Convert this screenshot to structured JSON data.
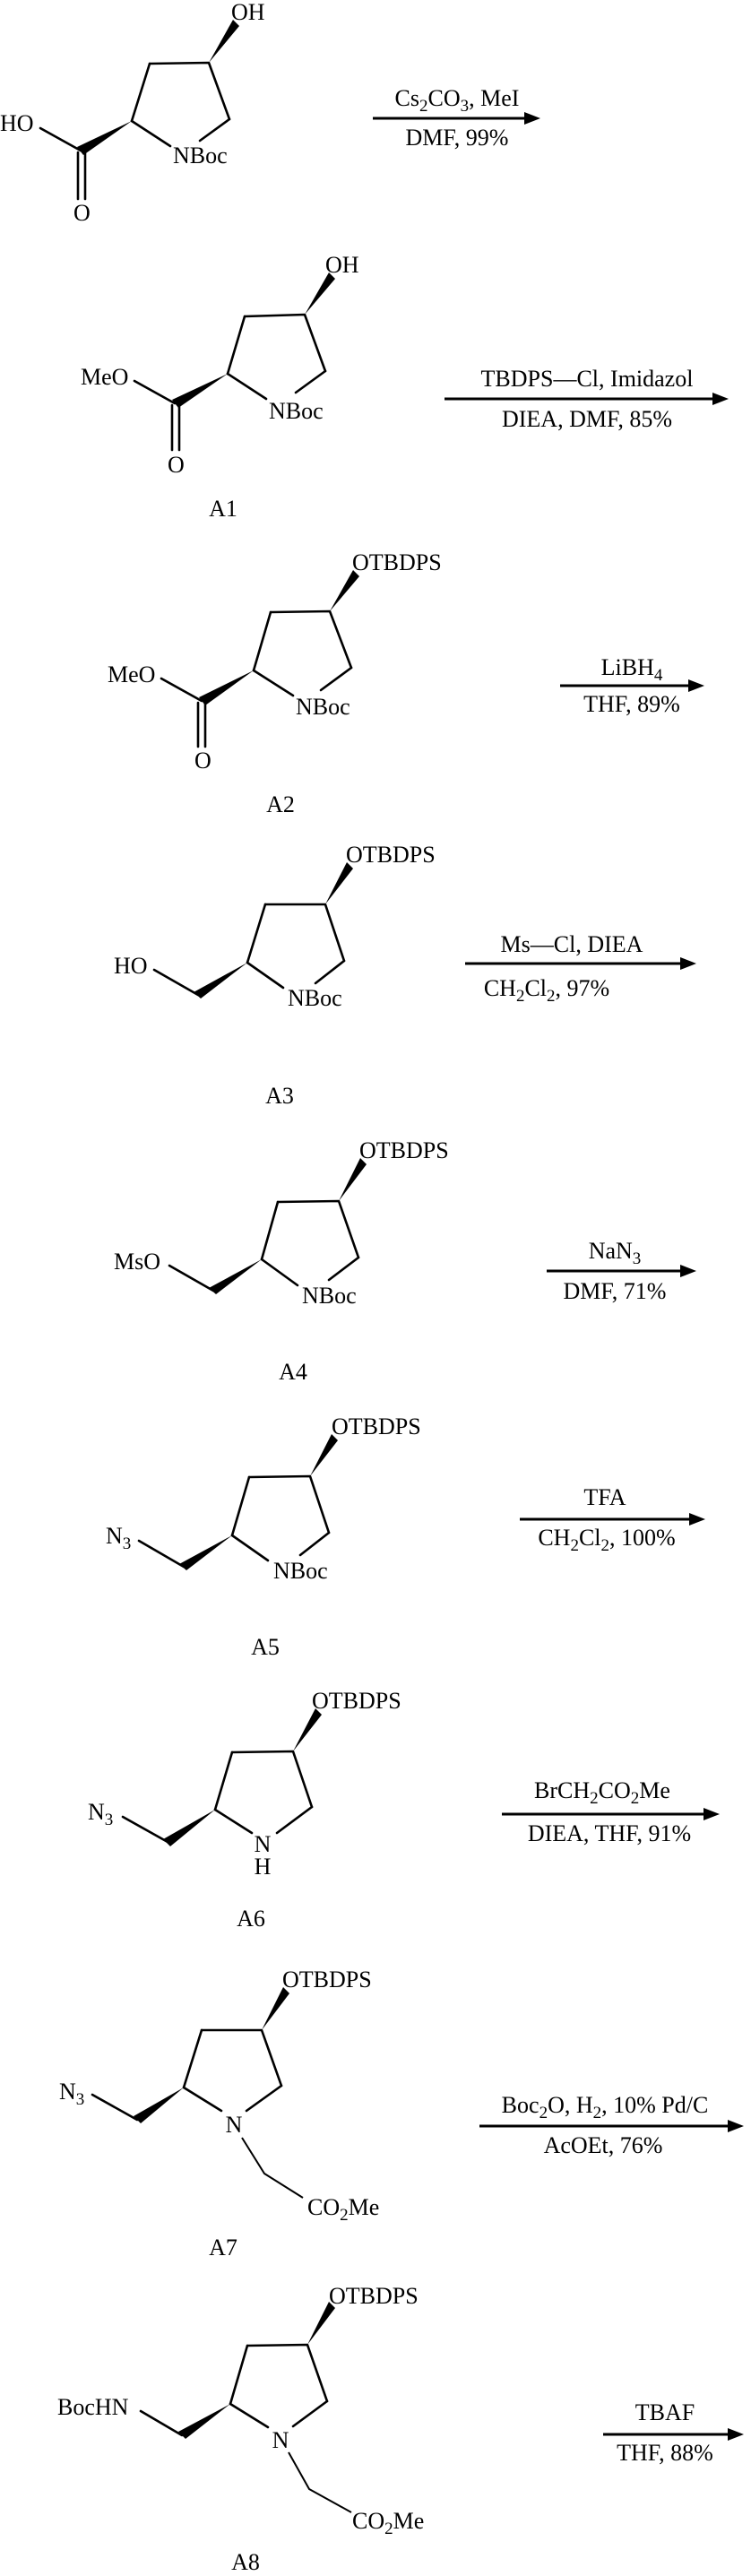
{
  "scheme": {
    "compounds": [
      {
        "id": "start",
        "label": "",
        "substituent_top": "OH",
        "substituent_left": [
          "HO"
        ],
        "ring_n": "NBoc",
        "carbonyl_o": "O"
      },
      {
        "id": "A1",
        "label": "A1",
        "substituent_top": "OH",
        "substituent_left": [
          "MeO"
        ],
        "ring_n": "NBoc",
        "carbonyl_o": "O"
      },
      {
        "id": "A2",
        "label": "A2",
        "substituent_top": "OTBDPS",
        "substituent_left": [
          "MeO"
        ],
        "ring_n": "NBoc",
        "carbonyl_o": "O"
      },
      {
        "id": "A3",
        "label": "A3",
        "substituent_top": "OTBDPS",
        "substituent_left": [
          "HO"
        ],
        "ring_n": "NBoc"
      },
      {
        "id": "A4",
        "label": "A4",
        "substituent_top": "OTBDPS",
        "substituent_left": [
          "MsO"
        ],
        "ring_n": "NBoc"
      },
      {
        "id": "A5",
        "label": "A5",
        "substituent_top": "OTBDPS",
        "substituent_left": [
          "N",
          "3"
        ],
        "ring_n": "NBoc"
      },
      {
        "id": "A6",
        "label": "A6",
        "substituent_top": "OTBDPS",
        "substituent_left": [
          "N",
          "3"
        ],
        "ring_n": "N",
        "ring_nh": "H"
      },
      {
        "id": "A7",
        "label": "A7",
        "substituent_top": "OTBDPS",
        "substituent_left": [
          "N",
          "3"
        ],
        "ring_n": "N",
        "n_substituent": [
          "CO",
          "2",
          "Me"
        ]
      },
      {
        "id": "A8",
        "label": "A8",
        "substituent_top": "OTBDPS",
        "substituent_left": [
          "BocHN"
        ],
        "ring_n": "N",
        "n_substituent": [
          "CO",
          "2",
          "Me"
        ]
      }
    ],
    "steps": [
      {
        "above": [
          "Cs",
          "2",
          "CO",
          "3",
          ", MeI"
        ],
        "below": [
          "DMF, 99%"
        ]
      },
      {
        "above": [
          "TBDPS",
          "",
          "—Cl, Imidazol"
        ],
        "below": [
          "DIEA, DMF, 85%"
        ]
      },
      {
        "above": [
          "LiBH",
          "4"
        ],
        "below": [
          "THF, 89%"
        ]
      },
      {
        "above": [
          "Ms—Cl, DIEA"
        ],
        "below": [
          "CH",
          "2",
          "Cl",
          "2",
          ", 97%"
        ]
      },
      {
        "above": [
          "NaN",
          "3"
        ],
        "below": [
          "DMF, 71%"
        ]
      },
      {
        "above": [
          "TFA"
        ],
        "below": [
          "CH",
          "2",
          "Cl",
          "2",
          ", 100%"
        ]
      },
      {
        "above": [
          "BrCH",
          "2",
          "CO",
          "2",
          "Me"
        ],
        "below": [
          "DIEA, THF, 91%"
        ]
      },
      {
        "above": [
          "Boc",
          "2",
          "O, H",
          "2",
          ", 10% Pd/C"
        ],
        "below": [
          "AcOEt, 76%"
        ]
      },
      {
        "above": [
          "TBAF"
        ],
        "below": [
          "THF, 88%"
        ]
      }
    ]
  }
}
